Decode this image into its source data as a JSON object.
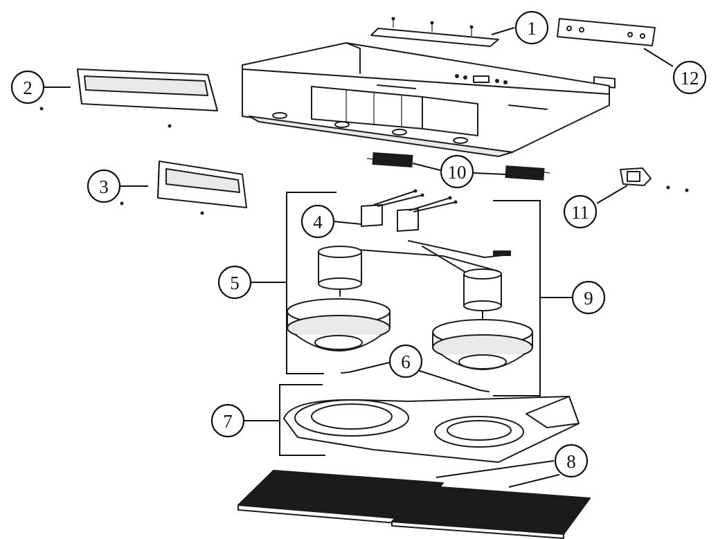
{
  "callouts": [
    {
      "id": "1",
      "label": "1"
    },
    {
      "id": "2",
      "label": "2"
    },
    {
      "id": "3",
      "label": "3"
    },
    {
      "id": "4",
      "label": "4"
    },
    {
      "id": "5",
      "label": "5"
    },
    {
      "id": "6",
      "label": "6"
    },
    {
      "id": "7",
      "label": "7"
    },
    {
      "id": "8",
      "label": "8"
    },
    {
      "id": "9",
      "label": "9"
    },
    {
      "id": "10",
      "label": "10"
    },
    {
      "id": "11",
      "label": "11"
    },
    {
      "id": "12",
      "label": "12"
    }
  ],
  "colors": {
    "line": "#1a1a1a",
    "panel": "#e9e9e9",
    "filter": "#1b1b1b",
    "background": "#ffffff"
  }
}
